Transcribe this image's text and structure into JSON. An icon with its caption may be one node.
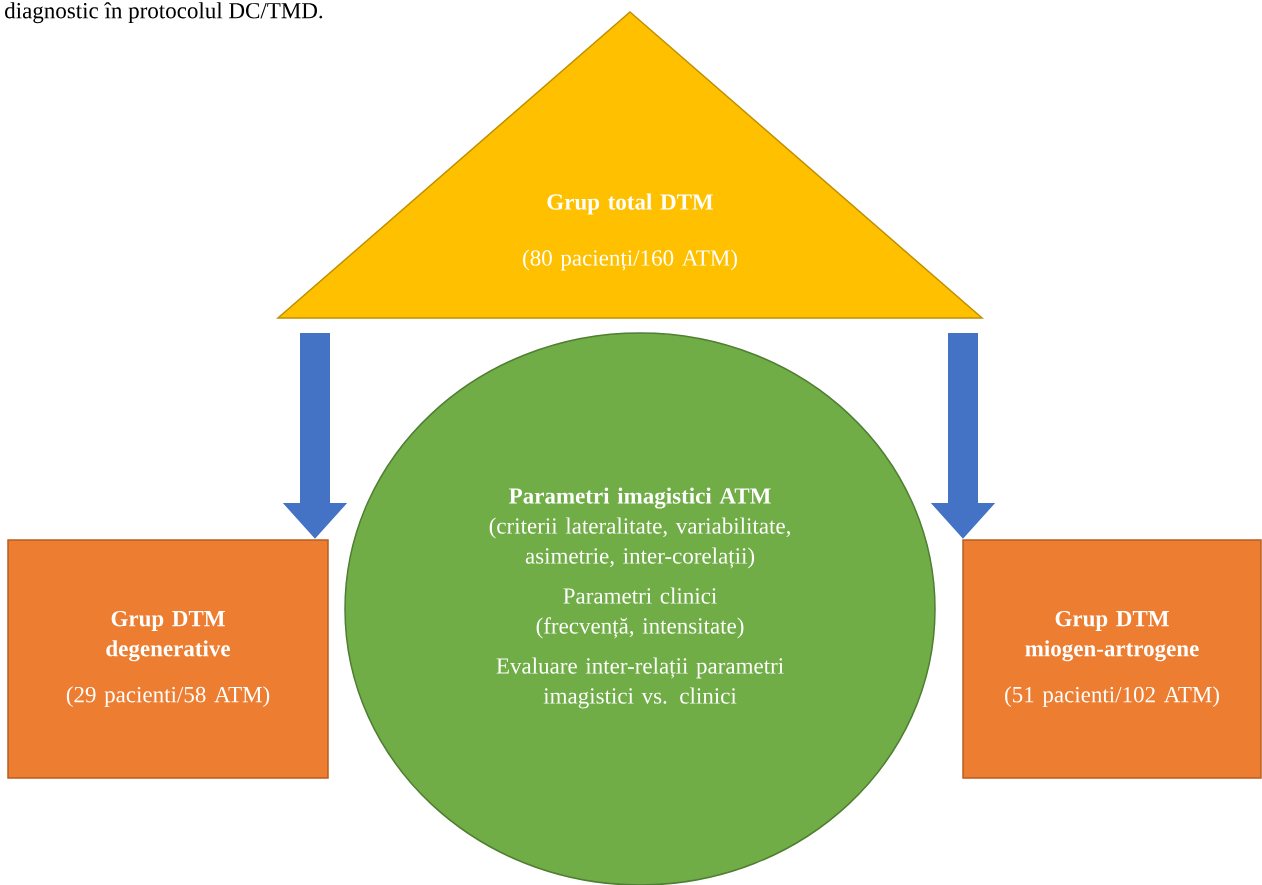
{
  "diagram": {
    "nodes": [
      {
        "text": [
          "Grup total DTM",
          "(80 pacienți/160 ATM)"
        ]
      },
      {
        "text": [
          "Grup DTM degenerative",
          "(29 pacienti/58 ATM)"
        ]
      },
      {
        "text": [
          "Parametri imagistici ATM",
          "(criterii lateralitate, variabilitate, asimetrie, inter-corelații)",
          "Parametri clinici (frecvență, intensitate)",
          "Evaluare inter-relații parametri imagistici vs. clinici"
        ]
      },
      {
        "text": [
          "Grup DTM miogen-artrogene",
          "(51 pacienti/102 ATM)"
        ]
      }
    ],
    "edges": [
      {
        "from": 0,
        "to": 1,
        "arrow": "to"
      },
      {
        "from": 0,
        "to": 3,
        "arrow": "to"
      }
    ],
    "labels": [
      "diagnostic în protocolul DC/TMD."
    ]
  }
}
